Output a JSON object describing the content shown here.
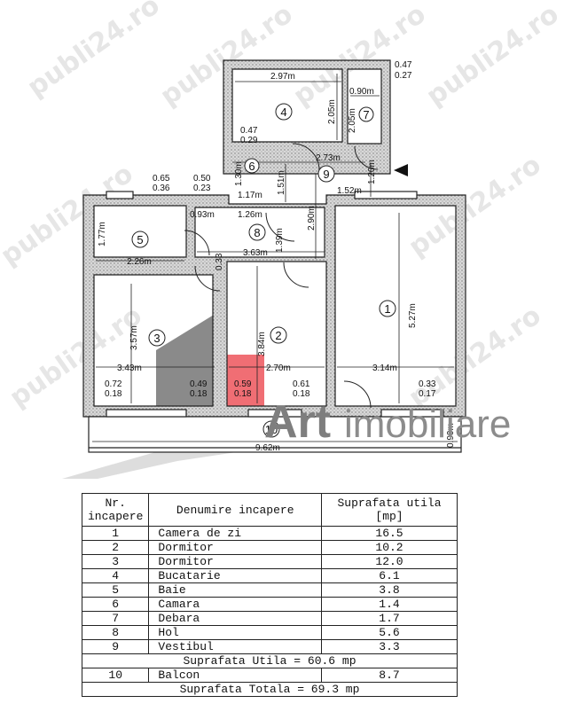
{
  "watermark": "publi24.ro",
  "logo": {
    "art": "Art",
    "tail": "imobiliare"
  },
  "rooms": [
    {
      "num": "1"
    },
    {
      "num": "2"
    },
    {
      "num": "3"
    },
    {
      "num": "4"
    },
    {
      "num": "5"
    },
    {
      "num": "6"
    },
    {
      "num": "7"
    },
    {
      "num": "8"
    },
    {
      "num": "9"
    },
    {
      "num": "10"
    }
  ],
  "dimensions": {
    "d_297": "2.97m",
    "d_090a": "0.90m",
    "d_205a": "2.05m",
    "d_205b": "2.05m",
    "d_047a": "0.47",
    "d_027": "0.27",
    "d_047b": "0.47",
    "d_029": "0.29",
    "d_130": "1.30m",
    "d_151": "1.51m",
    "d_273": "2.73m",
    "d_120": "1.20m",
    "d_117": "1.17m",
    "d_152": "1.52m",
    "d_065": "0.65",
    "d_036": "0.36",
    "d_050": "0.50",
    "d_023": "0.23",
    "d_093": "0.93m",
    "d_126": "1.26m",
    "d_290": "2.90m",
    "d_177": "1.77m",
    "d_139": "1.39m",
    "d_226": "2.26m",
    "d_363": "3.63m",
    "d_033a": "0.33",
    "d_357": "3.57m",
    "d_384": "3.84m",
    "d_527": "5.27m",
    "d_343": "3.43m",
    "d_270": "2.70m",
    "d_314": "3.14m",
    "d_072": "0.72",
    "d_018a": "0.18",
    "d_049": "0.49",
    "d_018b": "0.18",
    "d_059": "0.59",
    "d_018c": "0.18",
    "d_061": "0.61",
    "d_018d": "0.18",
    "d_033b": "0.33",
    "d_017": "0.17",
    "d_090b": "0.90m",
    "d_962": "9.62m"
  },
  "table": {
    "head": {
      "nr": "Nr.",
      "nr2": "incapere",
      "name": "Denumire incapere",
      "area": "Suprafata utila [mp]"
    },
    "rows": [
      {
        "nr": "1",
        "name": "Camera de zi",
        "area": "16.5"
      },
      {
        "nr": "2",
        "name": "Dormitor",
        "area": "10.2"
      },
      {
        "nr": "3",
        "name": "Dormitor",
        "area": "12.0"
      },
      {
        "nr": "4",
        "name": "Bucatarie",
        "area": "6.1"
      },
      {
        "nr": "5",
        "name": "Baie",
        "area": "3.8"
      },
      {
        "nr": "6",
        "name": "Camara",
        "area": "1.4"
      },
      {
        "nr": "7",
        "name": "Debara",
        "area": "1.7"
      },
      {
        "nr": "8",
        "name": "Hol",
        "area": "5.6"
      },
      {
        "nr": "9",
        "name": "Vestibul",
        "area": "3.3"
      }
    ],
    "utila": "Suprafata Utila = 60.6 mp",
    "balcon": {
      "nr": "10",
      "name": "Balcon",
      "area": "8.7"
    },
    "totala": "Suprafata Totala = 69.3 mp"
  }
}
